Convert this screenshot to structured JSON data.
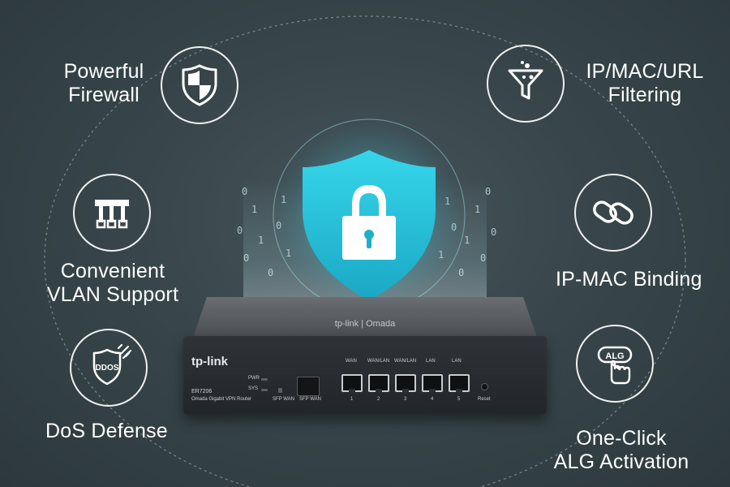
{
  "features": {
    "firewall": {
      "line1": "Powerful",
      "line2": "Firewall",
      "icon": "shield-icon"
    },
    "vlan": {
      "line1": "Convenient",
      "line2": "VLAN Support",
      "icon": "vlan-icon"
    },
    "dos": {
      "line1": "DoS Defense",
      "icon": "ddos-icon",
      "badge": "DDOS"
    },
    "filtering": {
      "line1": "IP/MAC/URL",
      "line2": "Filtering",
      "icon": "filter-icon"
    },
    "binding": {
      "line1": "IP-MAC Binding",
      "icon": "link-icon"
    },
    "alg": {
      "line1": "One-Click",
      "line2": "ALG Activation",
      "icon": "alg-tap-icon",
      "badge": "ALG"
    }
  },
  "router": {
    "brand": "tp-link",
    "top_logo": "tp-link | Omada",
    "model": "ER7206",
    "description": "Omada Gigabit VPN Router",
    "led_pwr": "PWR",
    "led_sys": "SYS",
    "sfp_wan_led_label": "SFP WAN",
    "sfp_port_label": "SFP WAN",
    "ports": [
      {
        "top": "WAN",
        "num": "1"
      },
      {
        "top": "WAN/LAN",
        "num": "2"
      },
      {
        "top": "WAN/LAN",
        "num": "3"
      },
      {
        "top": "LAN",
        "num": "4"
      },
      {
        "top": "LAN",
        "num": "5"
      }
    ],
    "reset_label": "Reset"
  },
  "colors": {
    "background": "#38464b",
    "shield_cyan": "#29c6dc",
    "outline_white": "#ffffff"
  }
}
